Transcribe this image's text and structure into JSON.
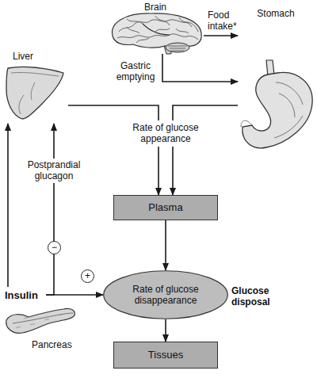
{
  "diagram": {
    "nodes": [
      {
        "text": [
          "Brain"
        ]
      },
      {
        "text": [
          "Stomach"
        ]
      },
      {
        "text": [
          "Liver"
        ]
      },
      {
        "text": [
          "Plasma"
        ]
      },
      {
        "text": [
          "Rate of glucose disappearance"
        ]
      },
      {
        "text": [
          "Insulin",
          "Pancreas"
        ]
      },
      {
        "text": [
          "Tissues"
        ]
      }
    ],
    "edges": [
      {
        "from": 0,
        "to": 1,
        "label": "Food intake*",
        "arrow": "to"
      },
      {
        "from": 0,
        "to": 1,
        "label": "Gastric emptying",
        "arrow": "to"
      },
      {
        "from": 2,
        "to": 3,
        "arrow": "to"
      },
      {
        "from": 1,
        "to": 3,
        "arrow": "to"
      },
      {
        "from": 3,
        "to": 4,
        "arrow": "to"
      },
      {
        "from": 4,
        "to": 6,
        "arrow": "to"
      },
      {
        "from": 5,
        "to": 4,
        "arrow": "to"
      },
      {
        "from": 5,
        "to": 2,
        "arrow": "to"
      },
      {
        "from": 5,
        "to": 2,
        "label": "Postprandial glucagon",
        "arrow": "to"
      }
    ],
    "labels": [
      "Rate of glucose appearance",
      "Glucose disposal",
      "−",
      "+"
    ]
  }
}
